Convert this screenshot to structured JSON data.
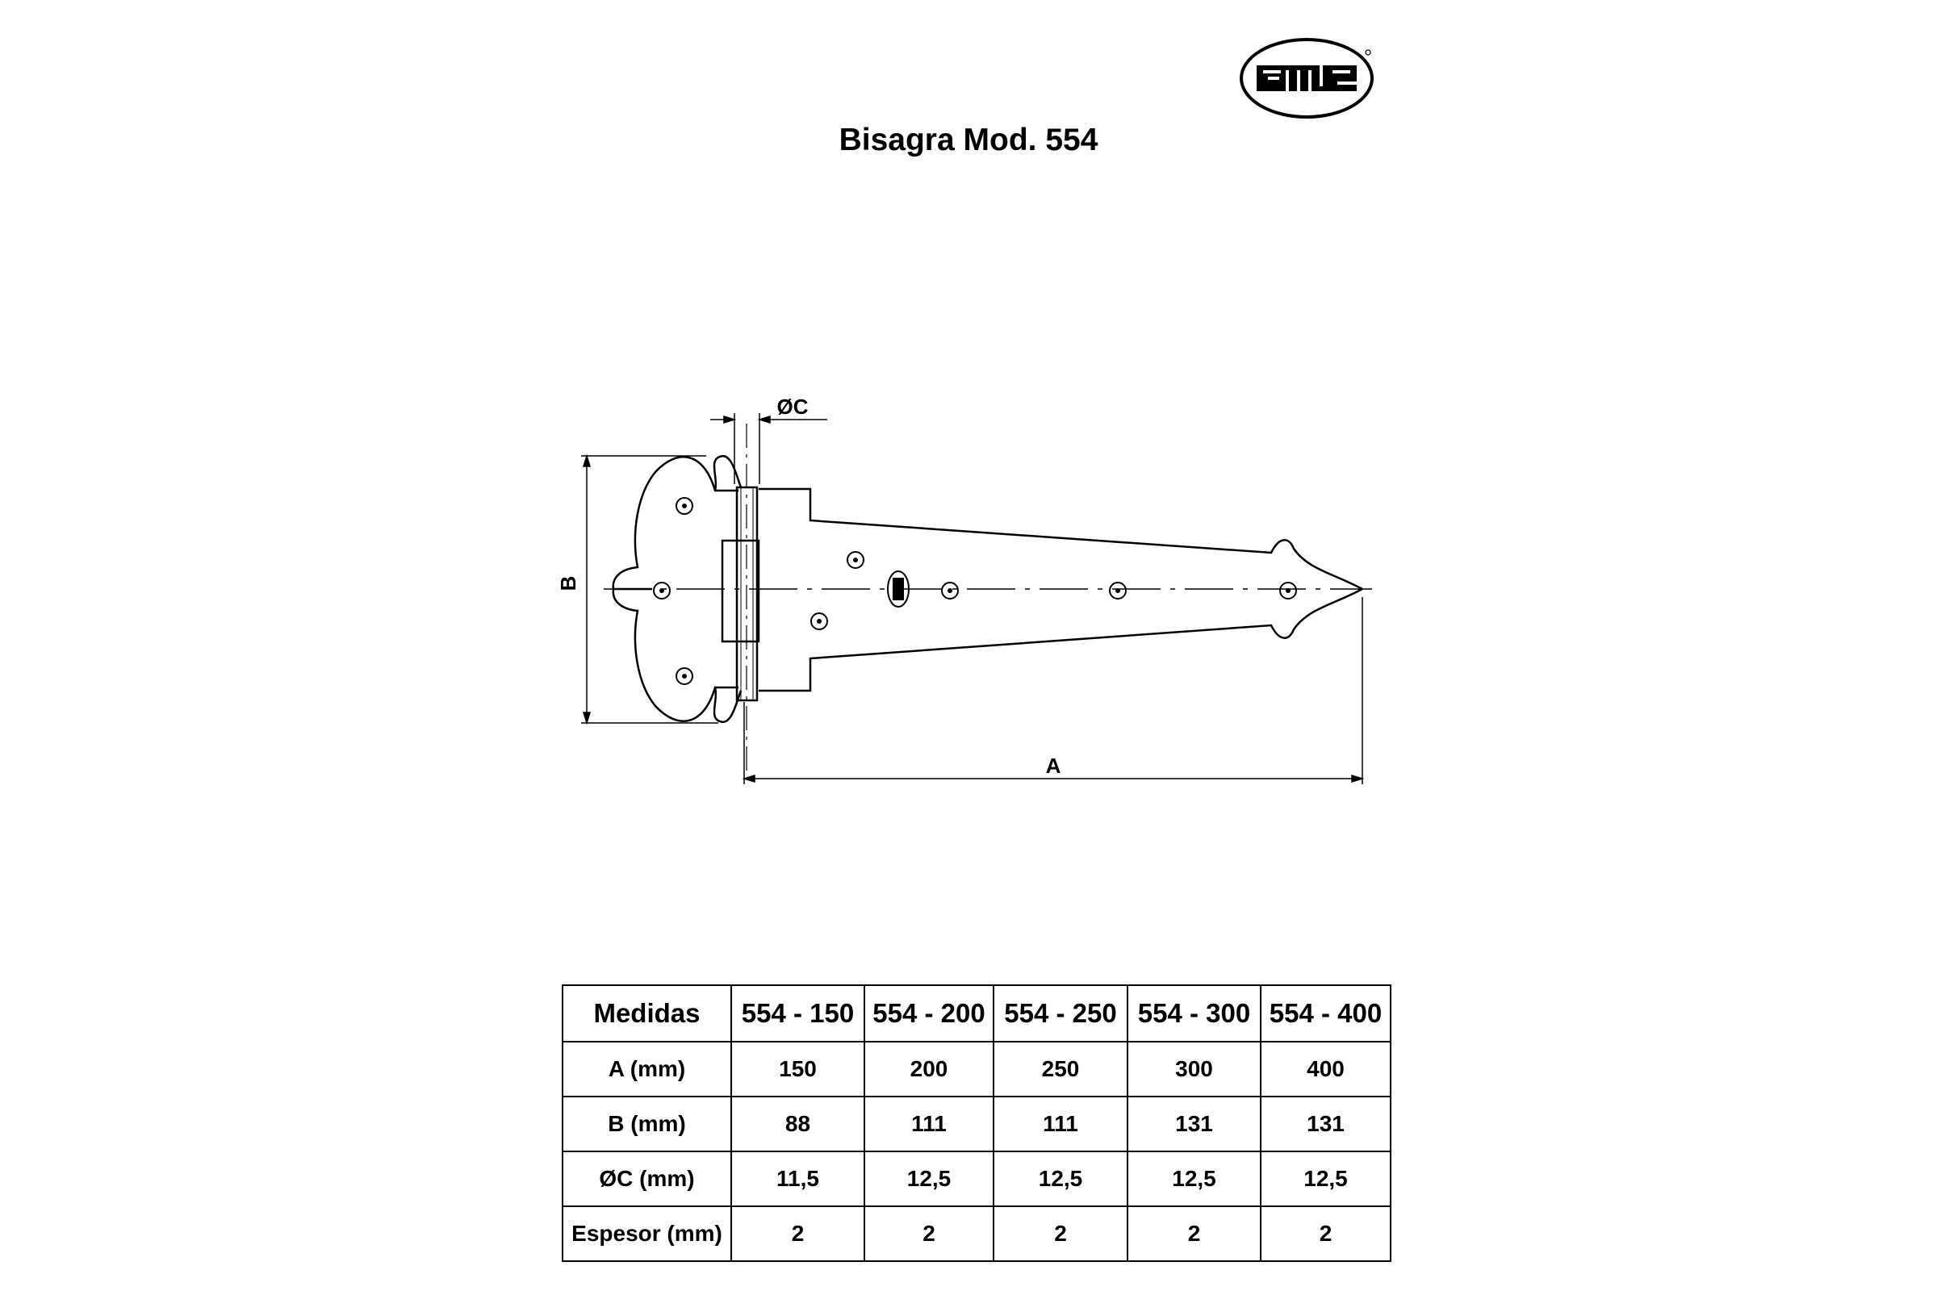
{
  "logo": {
    "text": "amig",
    "icon": "amig-oval-logo"
  },
  "title": "Bisagra Mod. 554",
  "drawing": {
    "labels": {
      "diameter": "ØC",
      "height": "B",
      "length": "A"
    }
  },
  "table": {
    "headers": [
      "Medidas",
      "554 - 150",
      "554 - 200",
      "554 - 250",
      "554 - 300",
      "554 - 400"
    ],
    "rows": [
      {
        "label": "A (mm)",
        "values": [
          "150",
          "200",
          "250",
          "300",
          "400"
        ]
      },
      {
        "label": "B (mm)",
        "values": [
          "88",
          "111",
          "111",
          "131",
          "131"
        ]
      },
      {
        "label": "ØC (mm)",
        "values": [
          "11,5",
          "12,5",
          "12,5",
          "12,5",
          "12,5"
        ]
      },
      {
        "label": "Espesor (mm)",
        "values": [
          "2",
          "2",
          "2",
          "2",
          "2"
        ]
      }
    ]
  }
}
